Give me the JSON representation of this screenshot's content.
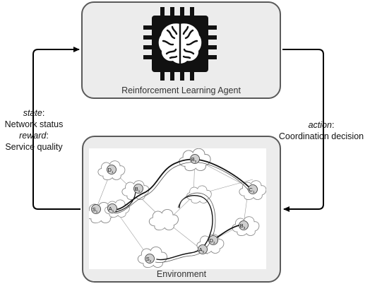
{
  "agent": {
    "caption": "Reinforcement Learning Agent",
    "icon": "brain-chip-icon"
  },
  "environment": {
    "caption": "Environment",
    "nodes": [
      {
        "id": "D1",
        "label": "D",
        "sub": "1"
      },
      {
        "id": "B1",
        "label": "B",
        "sub": "1"
      },
      {
        "id": "S1",
        "label": "S",
        "sub": "1"
      },
      {
        "id": "A1",
        "label": "A",
        "sub": "1"
      },
      {
        "id": "B2",
        "label": "B",
        "sub": "2"
      },
      {
        "id": "C1",
        "label": "C",
        "sub": "1"
      },
      {
        "id": "B3",
        "label": "B",
        "sub": "3"
      },
      {
        "id": "D2",
        "label": "D",
        "sub": "2"
      },
      {
        "id": "A2",
        "label": "A",
        "sub": "2"
      },
      {
        "id": "S2",
        "label": "S",
        "sub": "2"
      }
    ]
  },
  "feedback": {
    "state_term": "state",
    "state_text": "Network status",
    "reward_term": "reward",
    "reward_text": "Service quality"
  },
  "action": {
    "term": "action",
    "text": "Coordination decision"
  }
}
